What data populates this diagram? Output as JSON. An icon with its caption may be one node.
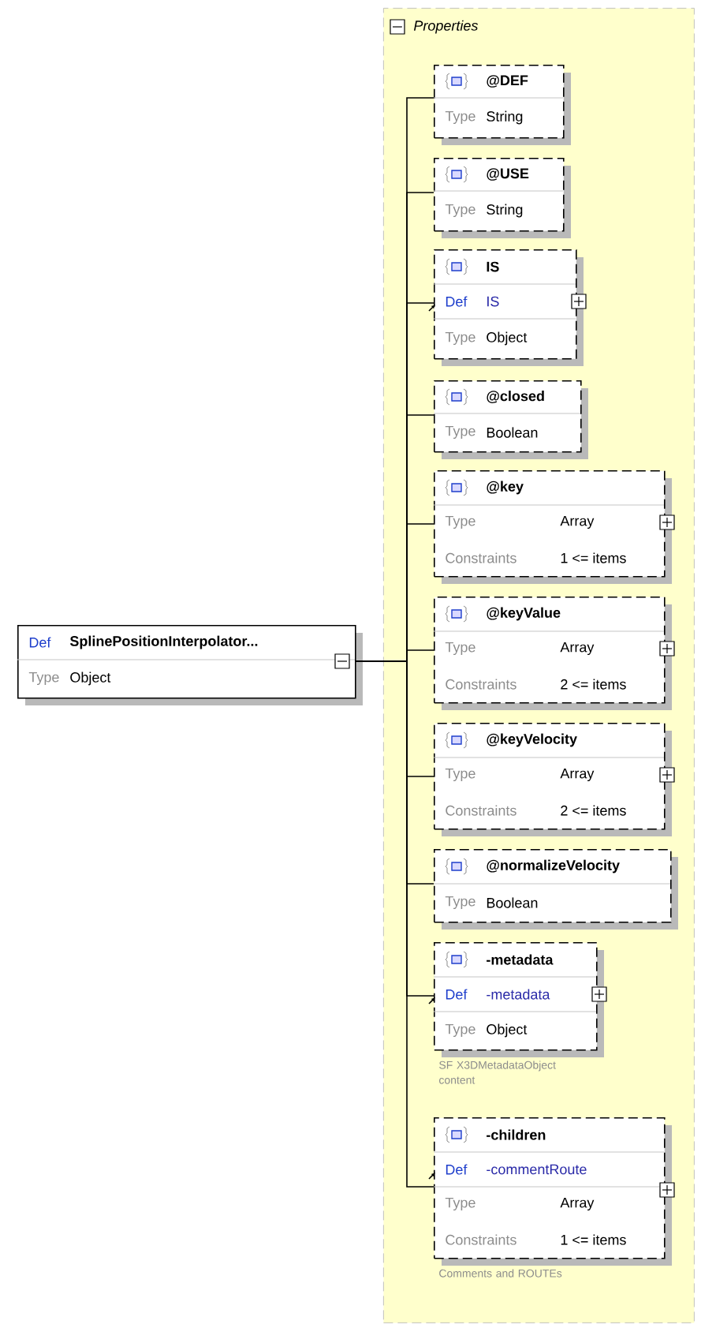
{
  "diagram": {
    "nodes": [
      {
        "text": [
          "Def",
          "SplinePositionInterpolator...",
          "Type",
          "Object"
        ]
      },
      {
        "text": [
          "Properties"
        ]
      },
      {
        "text": [
          "@DEF",
          "Type",
          "String"
        ],
        "in": 1
      },
      {
        "text": [
          "@USE",
          "Type",
          "String"
        ],
        "in": 1
      },
      {
        "text": [
          "IS",
          "Def",
          "IS",
          "Type",
          "Object"
        ],
        "in": 1
      },
      {
        "text": [
          "@closed",
          "Type",
          "Boolean"
        ],
        "in": 1
      },
      {
        "text": [
          "@key",
          "Type",
          "Array",
          "Constraints",
          "1 <= items"
        ],
        "in": 1
      },
      {
        "text": [
          "@keyValue",
          "Type",
          "Array",
          "Constraints",
          "2 <= items"
        ],
        "in": 1
      },
      {
        "text": [
          "@keyVelocity",
          "Type",
          "Array",
          "Constraints",
          "2 <= items"
        ],
        "in": 1
      },
      {
        "text": [
          "@normalizeVelocity",
          "Type",
          "Boolean"
        ],
        "in": 1
      },
      {
        "text": [
          "-metadata",
          "Def",
          "-metadata",
          "Type",
          "Object"
        ],
        "in": 1,
        "beside": [
          "SF X3DMetadataObject content"
        ]
      },
      {
        "text": [
          "-children",
          "Def",
          "-commentRoute",
          "Type",
          "Array",
          "Constraints",
          "1 <= items"
        ],
        "in": 1,
        "beside": [
          "Comments and ROUTEs"
        ]
      }
    ],
    "edges": [
      {
        "from": 0,
        "to": 2,
        "arrow": "none"
      },
      {
        "from": 0,
        "to": 3,
        "arrow": "none"
      },
      {
        "from": 0,
        "to": 4,
        "arrow": "none"
      },
      {
        "from": 0,
        "to": 5,
        "arrow": "none"
      },
      {
        "from": 0,
        "to": 6,
        "arrow": "none"
      },
      {
        "from": 0,
        "to": 7,
        "arrow": "none"
      },
      {
        "from": 0,
        "to": 8,
        "arrow": "none"
      },
      {
        "from": 0,
        "to": 9,
        "arrow": "none"
      },
      {
        "from": 0,
        "to": 10,
        "arrow": "none"
      },
      {
        "from": 0,
        "to": 11,
        "arrow": "none"
      }
    ]
  }
}
